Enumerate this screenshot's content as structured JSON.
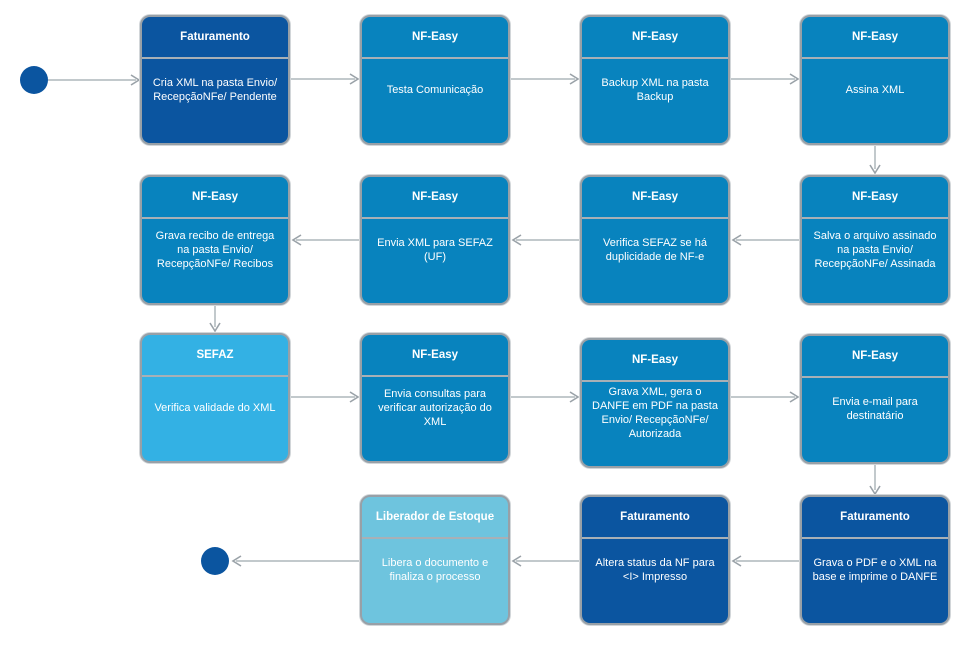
{
  "colors": {
    "faturamento": "#0b55a0",
    "nfeasy": "#0883be",
    "sefaz": "#33b1e4",
    "liberador": "#6ec4de",
    "border": "#98a0a7",
    "separator": "#a8b0b6",
    "arrow_line": "#c2c9cc",
    "arrow_head": "#9aa2a8",
    "background": "#ffffff"
  },
  "nodes": [
    {
      "header": "Faturamento",
      "body": "Cria XML na pasta Envio/ RecepçãoNFe/ Pendente",
      "role": "faturamento"
    },
    {
      "header": "NF-Easy",
      "body": "Testa Comunicação",
      "role": "nfeasy"
    },
    {
      "header": "NF-Easy",
      "body": "Backup XML na pasta Backup",
      "role": "nfeasy"
    },
    {
      "header": "NF-Easy",
      "body": "Assina XML",
      "role": "nfeasy"
    },
    {
      "header": "NF-Easy",
      "body": "Salva o arquivo assinado na pasta Envio/ RecepçãoNFe/ Assinada",
      "role": "nfeasy"
    },
    {
      "header": "NF-Easy",
      "body": "Verifica SEFAZ se há duplicidade de NF-e",
      "role": "nfeasy"
    },
    {
      "header": "NF-Easy",
      "body": "Envia XML para SEFAZ (UF)",
      "role": "nfeasy"
    },
    {
      "header": "NF-Easy",
      "body": "Grava recibo de entrega na pasta Envio/ RecepçãoNFe/ Recibos",
      "role": "nfeasy"
    },
    {
      "header": "SEFAZ",
      "body": "Verifica validade do XML",
      "role": "sefaz"
    },
    {
      "header": "NF-Easy",
      "body": "Envia consultas para verificar autorização do XML",
      "role": "nfeasy"
    },
    {
      "header": "NF-Easy",
      "body": "Grava XML, gera o DANFE em PDF na pasta Envio/ RecepçãoNFe/ Autorizada",
      "role": "nfeasy"
    },
    {
      "header": "NF-Easy",
      "body": "Envia e-mail para destinatário",
      "role": "nfeasy"
    },
    {
      "header": "Faturamento",
      "body": "Grava o PDF e o XML na base e imprime o DANFE",
      "role": "faturamento"
    },
    {
      "header": "Faturamento",
      "body": "Altera status da NF para <I> Impresso",
      "role": "faturamento"
    },
    {
      "header": "Liberador de Estoque",
      "body": "Libera o documento e finaliza o processo",
      "role": "liberador"
    }
  ]
}
